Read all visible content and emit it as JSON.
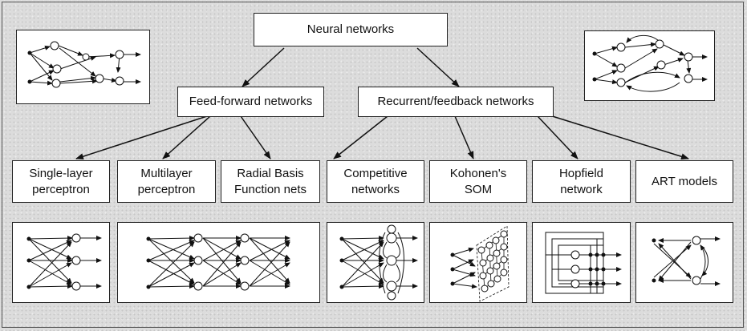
{
  "root": {
    "label": "Neural networks"
  },
  "categories": [
    {
      "id": "ff",
      "label": "Feed-forward networks"
    },
    {
      "id": "rec",
      "label": "Recurrent/feedback networks"
    }
  ],
  "types": [
    {
      "id": "slp",
      "label": "Single-layer\nperceptron"
    },
    {
      "id": "mlp",
      "label": "Multilayer\nperceptron"
    },
    {
      "id": "rbf",
      "label": "Radial Basis\nFunction nets"
    },
    {
      "id": "comp",
      "label": "Competitive\nnetworks"
    },
    {
      "id": "som",
      "label": "Kohonen's\nSOM"
    },
    {
      "id": "hop",
      "label": "Hopfield\nnetwork"
    },
    {
      "id": "art",
      "label": "ART models"
    }
  ]
}
